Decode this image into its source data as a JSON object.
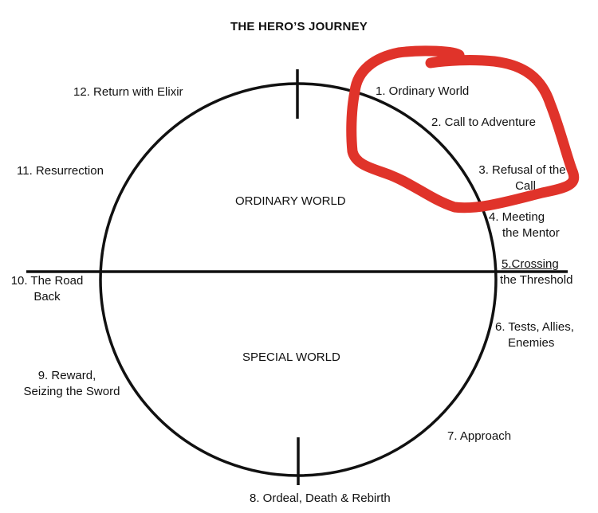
{
  "title": "THE HERO’S JOURNEY",
  "regions": {
    "upper": "ORDINARY WORLD",
    "lower": "SPECIAL WORLD"
  },
  "stages": [
    {
      "number": 1,
      "lines": [
        "1.  Ordinary World"
      ]
    },
    {
      "number": 2,
      "lines": [
        "2. Call to Adventure"
      ]
    },
    {
      "number": 3,
      "lines": [
        "3. Refusal of the",
        "Call"
      ]
    },
    {
      "number": 4,
      "lines": [
        "4. Meeting",
        "the Mentor"
      ]
    },
    {
      "number": 5,
      "lines": [
        "5.Crossing",
        "the Threshold"
      ]
    },
    {
      "number": 6,
      "lines": [
        "6. Tests, Allies,",
        "Enemies"
      ]
    },
    {
      "number": 7,
      "lines": [
        "7. Approach"
      ]
    },
    {
      "number": 8,
      "lines": [
        "8. Ordeal, Death & Rebirth"
      ]
    },
    {
      "number": 9,
      "lines": [
        "9. Reward,",
        "Seizing the Sword"
      ]
    },
    {
      "number": 10,
      "lines": [
        "10. The Road",
        "Back"
      ]
    },
    {
      "number": 11,
      "lines": [
        "11. Resurrection"
      ]
    },
    {
      "number": 12,
      "lines": [
        "12. Return with Elixir"
      ]
    }
  ],
  "annotation": {
    "highlighted_stages": [
      1,
      2,
      3
    ],
    "color": "#e0332a"
  },
  "colors": {
    "ink": "#111111",
    "background": "#ffffff"
  }
}
